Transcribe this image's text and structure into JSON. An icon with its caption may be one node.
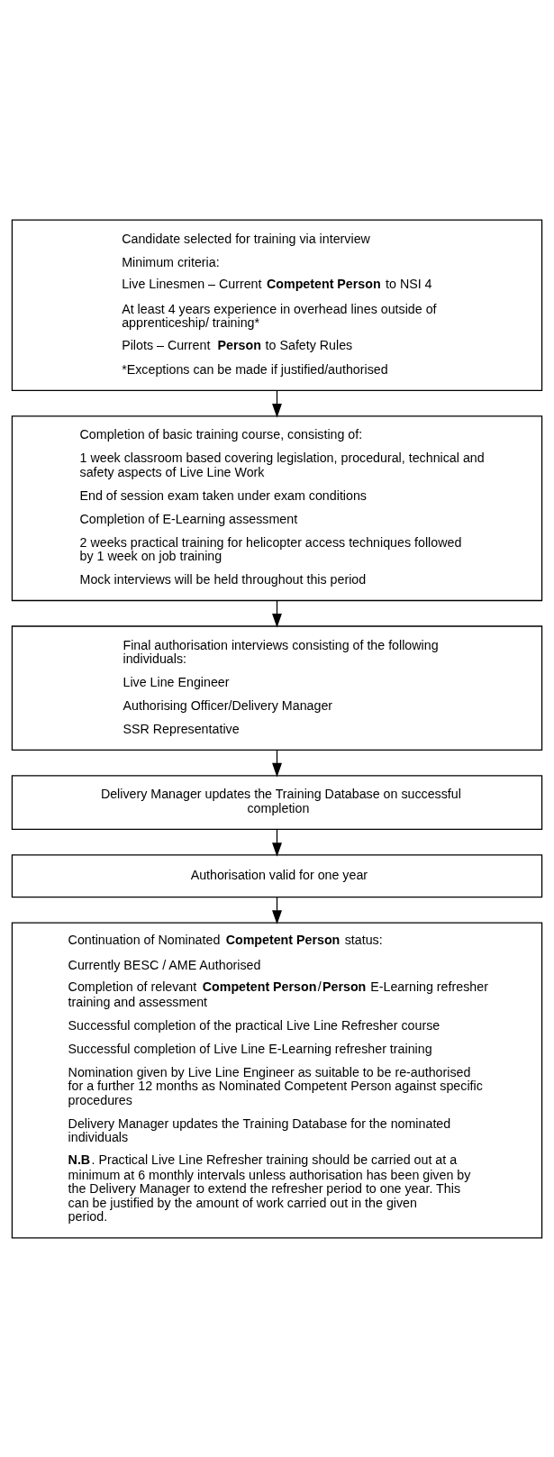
{
  "diagram": {
    "nodes": [
      {
        "text": [
          "Candidate selected for training via interview",
          "Minimum criteria:",
          "Live Linesmen – Current **Competent Person** to NSI 4",
          "At least 4 years experience in overhead lines outside of apprenticeship/ training*",
          "Pilots – Current **Person** to Safety Rules",
          "*Exceptions can be made if justified/authorised"
        ]
      },
      {
        "text": [
          "Completion of basic training course, consisting of:",
          "1 week classroom based covering legislation, procedural, technical and safety aspects of Live Line Work",
          "End of session exam taken under exam conditions",
          "Completion of E-Learning  assessment",
          "2 weeks practical training for helicopter access techniques followed by 1 week on job training",
          "Mock interviews will be held throughout this period"
        ]
      },
      {
        "text": [
          "Final authorisation interviews consisting of the following individuals:",
          "Live Line Engineer",
          "Authorising Officer/Delivery Manager",
          "SSR Representative"
        ]
      },
      {
        "text": [
          "Delivery Manager updates the Training Database on successful completion"
        ]
      },
      {
        "text": [
          "Authorisation valid for one year"
        ]
      },
      {
        "text": [
          "Continuation of Nominated **Competent Person** status:",
          "Currently BESC / AME Authorised",
          "Completion of relevant **Competent Person**/**Person** E-Learning refresher training and assessment",
          "Successful completion of the practical Live Line Refresher course",
          "Successful completion of Live Line E-Learning refresher training",
          "Nomination given by Live Line Engineer as suitable to be re-authorised for a further 12 months as Nominated Competent Person against specific procedures",
          "Delivery Manager updates the Training Database for the nominated individuals",
          "**N.B**. Practical Live Line Refresher training should be carried out at a minimum at 6 monthly intervals unless authorisation has been given by the Delivery Manager to extend the refresher period to one year. This can be justified by the amount of work carried out in the given period."
        ]
      }
    ],
    "edges": [
      {
        "from": 0,
        "to": 1,
        "arrow": "to"
      },
      {
        "from": 1,
        "to": 2,
        "arrow": "to"
      },
      {
        "from": 2,
        "to": 3,
        "arrow": "to"
      },
      {
        "from": 3,
        "to": 4,
        "arrow": "to"
      },
      {
        "from": 4,
        "to": 5,
        "arrow": "to"
      }
    ]
  }
}
